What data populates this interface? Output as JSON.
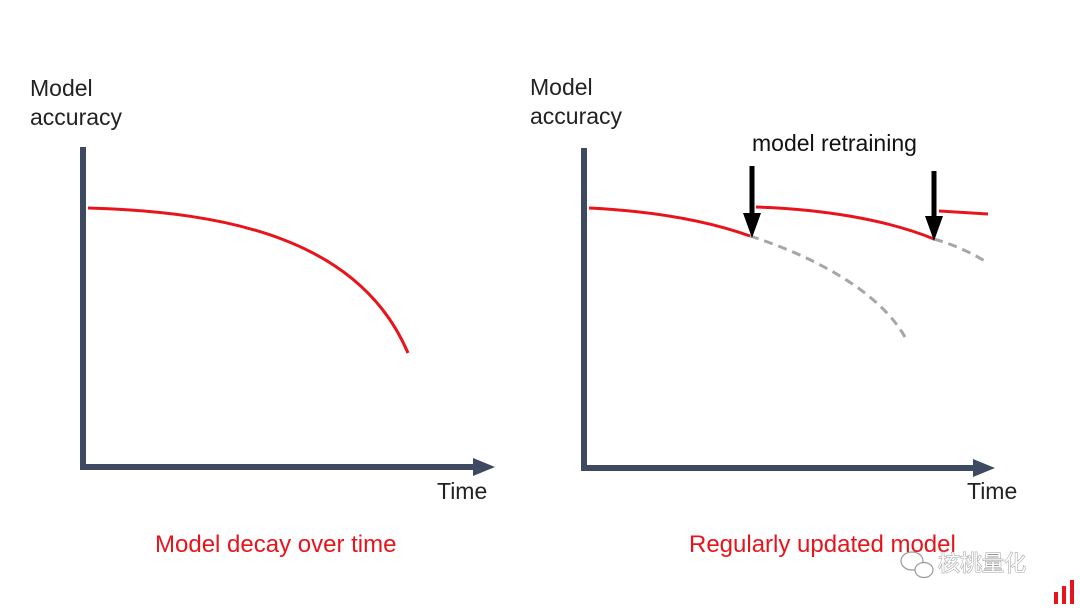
{
  "colors": {
    "axis": "#3e4a61",
    "accuracy_curve": "#e8141c",
    "decay_projection": "#a6a6a6",
    "retraining_arrow": "#000000",
    "caption": "#e8141c"
  },
  "left_panel": {
    "y_axis_label_line1": "Model",
    "y_axis_label_line2": "accuracy",
    "x_axis_label": "Time",
    "caption": "Model decay over time"
  },
  "right_panel": {
    "y_axis_label_line1": "Model",
    "y_axis_label_line2": "accuracy",
    "x_axis_label": "Time",
    "annotation": "model retraining",
    "caption": "Regularly updated model"
  },
  "watermark": {
    "text": "核桃量化",
    "icon": "wechat-icon",
    "corner_icon": "bar-chart-logo-icon"
  }
}
